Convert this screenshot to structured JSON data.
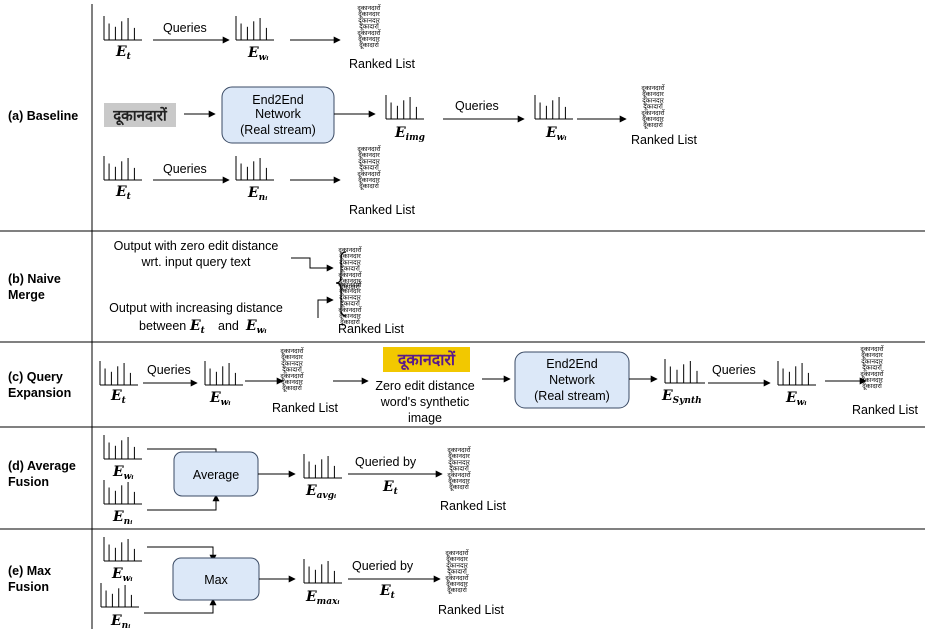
{
  "sections": {
    "baseline": "(a) Baseline",
    "naive_merge": [
      "(b) Naive",
      "Merge"
    ],
    "query_expansion": [
      "(c) Query",
      "Expansion"
    ],
    "average_fusion": [
      "(d) Average",
      "Fusion"
    ],
    "max_fusion": [
      "(e) Max",
      "Fusion"
    ]
  },
  "labels": {
    "queries": "Queries",
    "queried_by": "Queried by",
    "ranked_list": "Ranked List",
    "zero_edit_line1": "Output with zero edit distance",
    "zero_edit_line2": "wrt. input query text",
    "increasing_line1": "Output with increasing distance",
    "increasing_between": "between",
    "and": "and",
    "synthetic_caption": [
      "Zero edit distance",
      "word's synthetic",
      "image"
    ]
  },
  "boxes": {
    "end2end": [
      "End2End",
      "Network",
      "(Real stream)"
    ],
    "average": "Average",
    "max": "Max"
  },
  "embeddings": {
    "E_t": {
      "main": "E",
      "sub": "t"
    },
    "E_wi": {
      "main": "E",
      "sub": "wᵢ"
    },
    "E_ni": {
      "main": "E",
      "sub": "nᵢ"
    },
    "E_img": {
      "main": "E",
      "sub": "img"
    },
    "E_synth": {
      "main": "E",
      "sub": "Synth"
    },
    "E_avgi": {
      "main": "E",
      "sub": "avgᵢ"
    },
    "E_maxi": {
      "main": "E",
      "sub": "maxᵢ"
    }
  },
  "word_image": "दूकानदारों",
  "ranked_words": [
    "दूकानदारों",
    "दूकानदार",
    "दूकानदार",
    "दूकादारों",
    "दूकानदारों",
    "दूकानदार",
    "दूकादारों"
  ],
  "colors": {
    "box_fill": "#dce8f8",
    "box_stroke": "#3a4a64",
    "gray_word_bg": "#c9c9c9",
    "synth_word_bg": "#f2c800",
    "synth_word_fg": "#5a1a8a"
  }
}
